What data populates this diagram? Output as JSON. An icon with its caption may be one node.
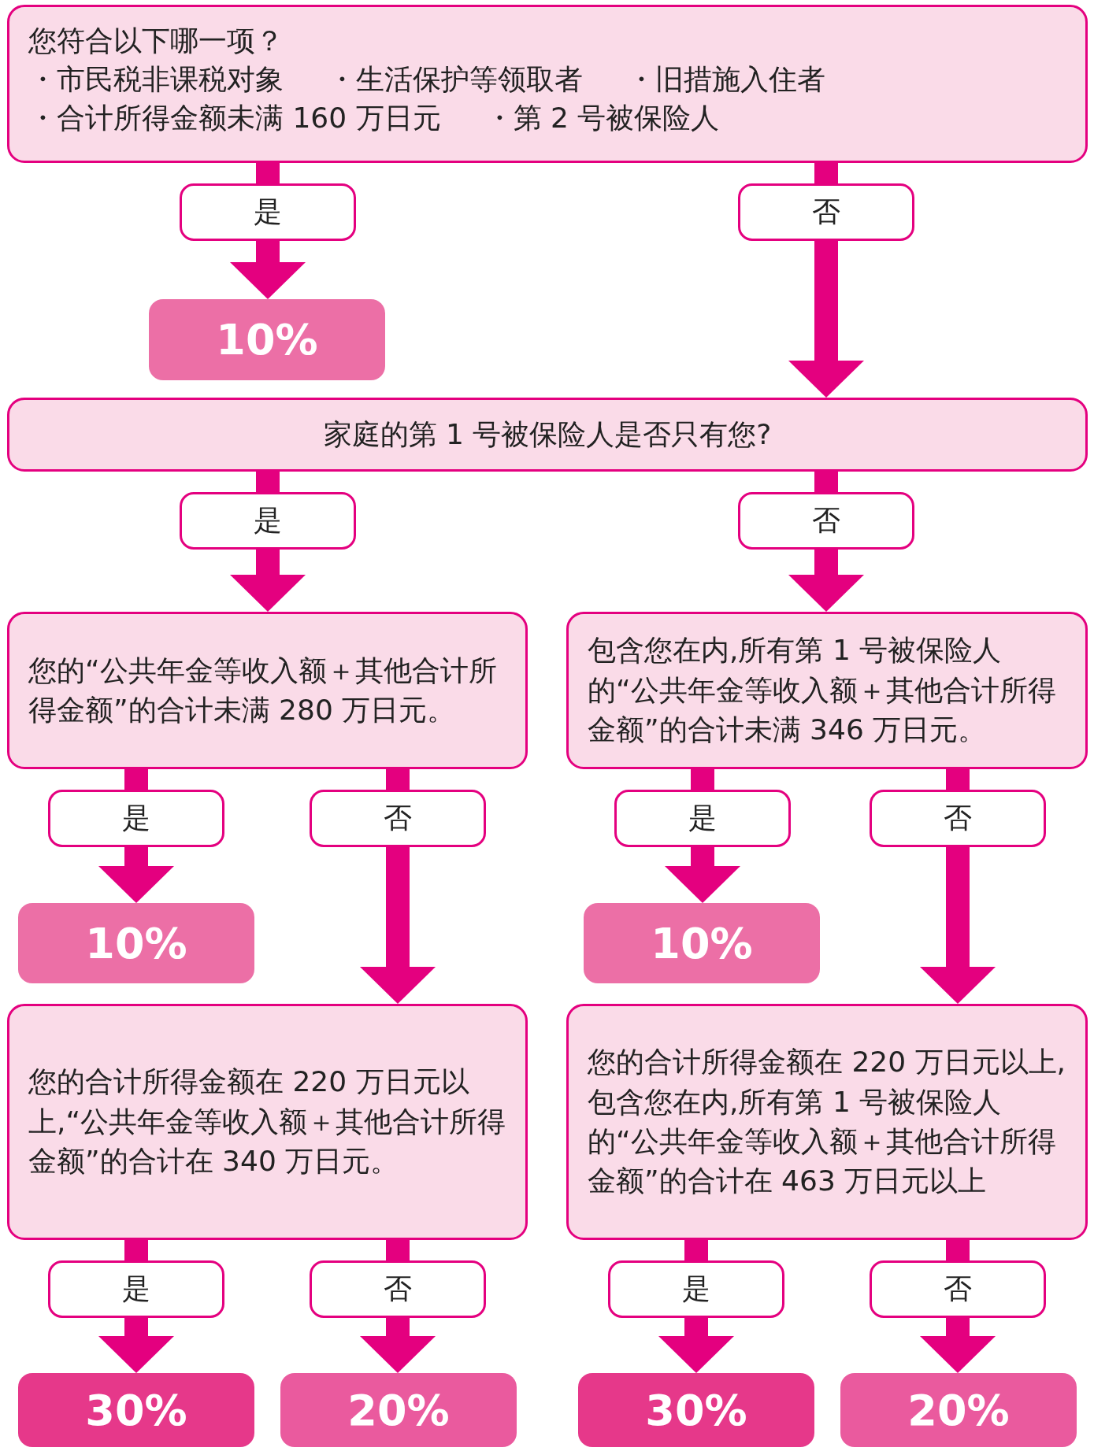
{
  "diagram": {
    "nodes": [
      {
        "text": [
          "您符合以下哪一项？",
          "・市民税非课税对象",
          "・生活保护等领取者",
          "・旧措施入住者",
          "・合计所得金额未满 160 万日元",
          "・第 2 号被保险人"
        ]
      },
      {
        "text": [
          "10%"
        ]
      },
      {
        "text": [
          "家庭的第 1 号被保险人是否只有您?"
        ]
      },
      {
        "text": [
          "您的“公共年金等收入额＋其他合计所得金额”的合计未满 280 万日元。"
        ]
      },
      {
        "text": [
          "包含您在内,所有第 1 号被保险人的“公共年金等收入额＋其他合计所得金额”的合计未满 346 万日元。"
        ]
      },
      {
        "text": [
          "10%"
        ]
      },
      {
        "text": [
          "您的合计所得金额在 220 万日元以上,“公共年金等收入额＋其他合计所得金额”的合计在 340 万日元。"
        ]
      },
      {
        "text": [
          "10%"
        ]
      },
      {
        "text": [
          "您的合计所得金额在 220 万日元以上,包含您在内,所有第 1 号被保险人的“公共年金等收入额＋其他合计所得金额”的合计在 463 万日元以上"
        ]
      },
      {
        "text": [
          "30%"
        ]
      },
      {
        "text": [
          "20%"
        ]
      },
      {
        "text": [
          "30%"
        ]
      },
      {
        "text": [
          "20%"
        ]
      }
    ],
    "edges": [
      {
        "from": 0,
        "to": 1,
        "arrow": "to",
        "label": "是"
      },
      {
        "from": 0,
        "to": 2,
        "arrow": "to",
        "label": "否"
      },
      {
        "from": 2,
        "to": 3,
        "arrow": "to",
        "label": "是"
      },
      {
        "from": 2,
        "to": 4,
        "arrow": "to",
        "label": "否"
      },
      {
        "from": 3,
        "to": 5,
        "arrow": "to",
        "label": "是"
      },
      {
        "from": 3,
        "to": 6,
        "arrow": "to",
        "label": "否"
      },
      {
        "from": 4,
        "to": 7,
        "arrow": "to",
        "label": "是"
      },
      {
        "from": 4,
        "to": 8,
        "arrow": "to",
        "label": "否"
      },
      {
        "from": 6,
        "to": 9,
        "arrow": "to",
        "label": "是"
      },
      {
        "from": 6,
        "to": 10,
        "arrow": "to",
        "label": "否"
      },
      {
        "from": 8,
        "to": 11,
        "arrow": "to",
        "label": "是"
      },
      {
        "from": 8,
        "to": 12,
        "arrow": "to",
        "label": "否"
      }
    ]
  }
}
